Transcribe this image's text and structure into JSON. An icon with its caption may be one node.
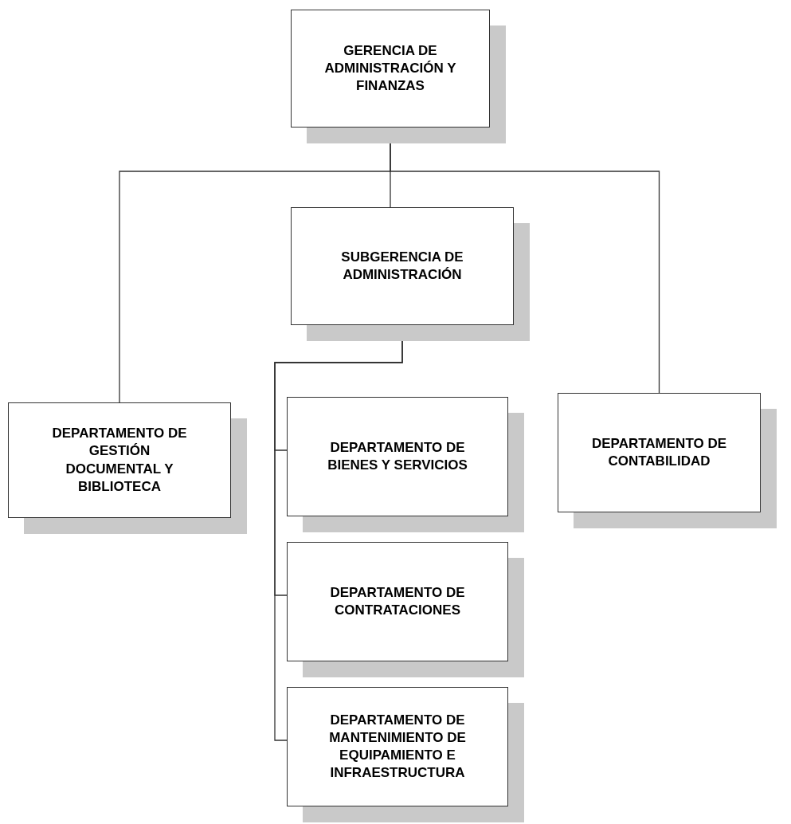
{
  "diagram": {
    "nodes": [
      {
        "text": [
          "GERENCIA DE ADMINISTRACIÓN Y FINANZAS"
        ]
      },
      {
        "text": [
          "SUBGERENCIA DE ADMINISTRACIÓN"
        ]
      },
      {
        "text": [
          "DEPARTAMENTO DE GESTIÓN DOCUMENTAL Y BIBLIOTECA"
        ]
      },
      {
        "text": [
          "DEPARTAMENTO DE BIENES Y SERVICIOS"
        ]
      },
      {
        "text": [
          "DEPARTAMENTO DE CONTRATACIONES"
        ]
      },
      {
        "text": [
          "DEPARTAMENTO DE MANTENIMIENTO DE EQUIPAMIENTO E INFRAESTRUCTURA"
        ]
      },
      {
        "text": [
          "DEPARTAMENTO DE CONTABILIDAD"
        ]
      }
    ],
    "edges": [
      {
        "from": 0,
        "to": 1,
        "arrow": "none"
      },
      {
        "from": 0,
        "to": 2,
        "arrow": "none"
      },
      {
        "from": 0,
        "to": 6,
        "arrow": "none"
      },
      {
        "from": 1,
        "to": 3,
        "arrow": "none"
      },
      {
        "from": 1,
        "to": 4,
        "arrow": "none"
      },
      {
        "from": 1,
        "to": 5,
        "arrow": "none"
      }
    ]
  }
}
